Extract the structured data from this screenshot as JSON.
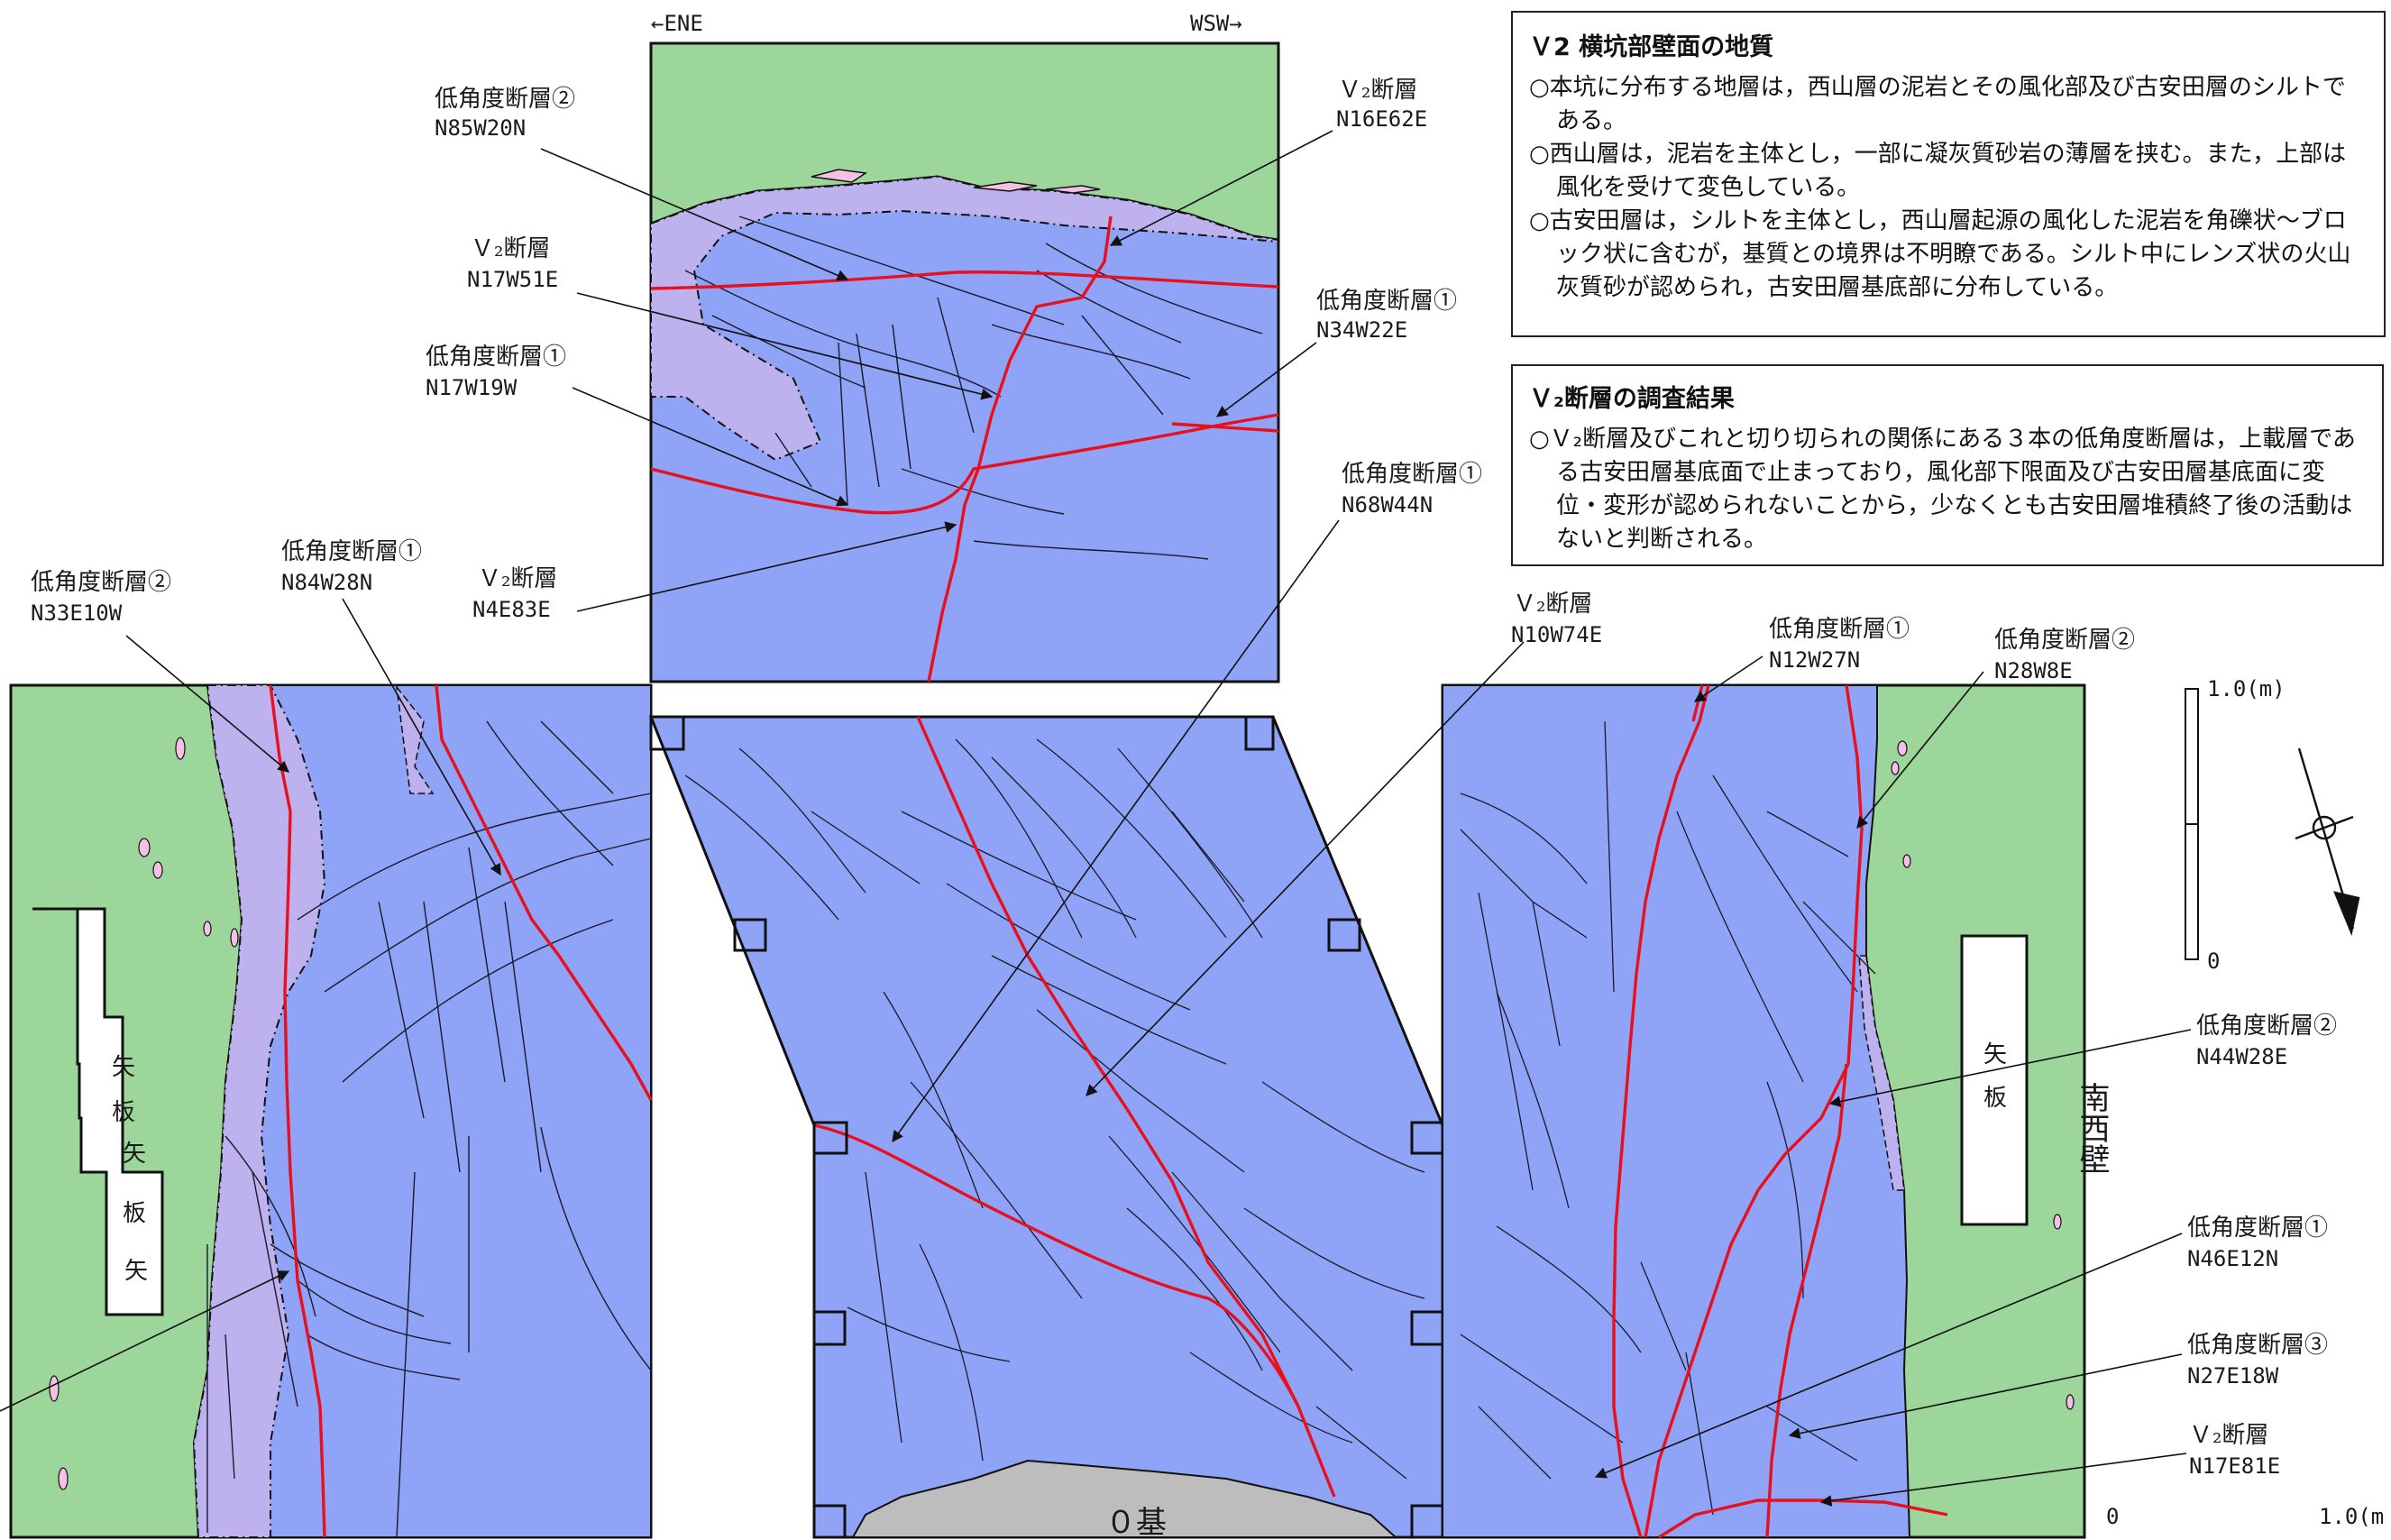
{
  "direction": {
    "left": "←ENE",
    "right": "WSW→"
  },
  "geology_box": {
    "title": "Ｖ2 横坑部壁面の地質",
    "lines": [
      "○本坑に分布する地層は，西山層の泥岩とその風化部及び古安田層のシルトである。",
      "○西山層は，泥岩を主体とし，一部に凝灰質砂岩の薄層を挟む。また，上部は風化を受けて変色している。",
      "○古安田層は，シルトを主体とし，西山層起源の風化した泥岩を角礫状～ブロック状に含むが，基質との境界は不明瞭である。シルト中にレンズ状の火山灰質砂が認められ，古安田層基底部に分布している。"
    ]
  },
  "result_box": {
    "title": "Ｖ₂断層の調査結果",
    "lines": [
      "○Ｖ₂断層及びこれと切り切られの関係にある３本の低角度断層は，上載層である古安田層基底面で止まっており，風化部下限面及び古安田層基底面に変位・変形が認められないことから，少なくとも古安田層堆積終了後の活動はないと判断される。"
    ]
  },
  "labels": {
    "top_lf2": {
      "name": "低角度断層②",
      "strike": "N85W20N"
    },
    "top_v2a": {
      "name": "Ｖ₂断層",
      "strike": "N16E62E"
    },
    "top_v2b": {
      "name": "Ｖ₂断層",
      "strike": "N17W51E"
    },
    "top_lf1a": {
      "name": "低角度断層①",
      "strike": "N34W22E"
    },
    "top_lf1b": {
      "name": "低角度断層①",
      "strike": "N17W19W"
    },
    "mid_lf1": {
      "name": "低角度断層①",
      "strike": "N68W44N"
    },
    "left_lf2": {
      "name": "低角度断層②",
      "strike": "N33E10W"
    },
    "left_lf1": {
      "name": "低角度断層①",
      "strike": "N84W28N"
    },
    "left_v2": {
      "name": "Ｖ₂断層",
      "strike": "N4E83E"
    },
    "mid_v2": {
      "name": "Ｖ₂断層",
      "strike": "N10W74E"
    },
    "right_lf1a": {
      "name": "低角度断層①",
      "strike": "N12W27N"
    },
    "right_lf2a": {
      "name": "低角度断層②",
      "strike": "N28W8E"
    },
    "right_lf2b": {
      "name": "低角度断層②",
      "strike": "N44W28E"
    },
    "right_lf1b": {
      "name": "低角度断層①",
      "strike": "N46E12N"
    },
    "right_lf3": {
      "name": "低角度断層③",
      "strike": "N27E18W"
    },
    "right_v2": {
      "name": "Ｖ₂断層",
      "strike": "N17E81E"
    }
  },
  "sheet_pile": {
    "a": "矢",
    "b": "板"
  },
  "wall_name": "南西壁",
  "floor_label": "０基",
  "scale": {
    "top": "1.0(m)",
    "zero": "0",
    "bottom_zero": "0",
    "bottom_top": "1.0(m"
  },
  "colors": {
    "mudstone": "#8fa3f7",
    "weathered": "#bdb1ee",
    "sheet_pile_zone": "#9dd69b",
    "tuff_sand": "#f4c0e6",
    "fault": "#e8101c",
    "floor": "#bdbdbd"
  }
}
